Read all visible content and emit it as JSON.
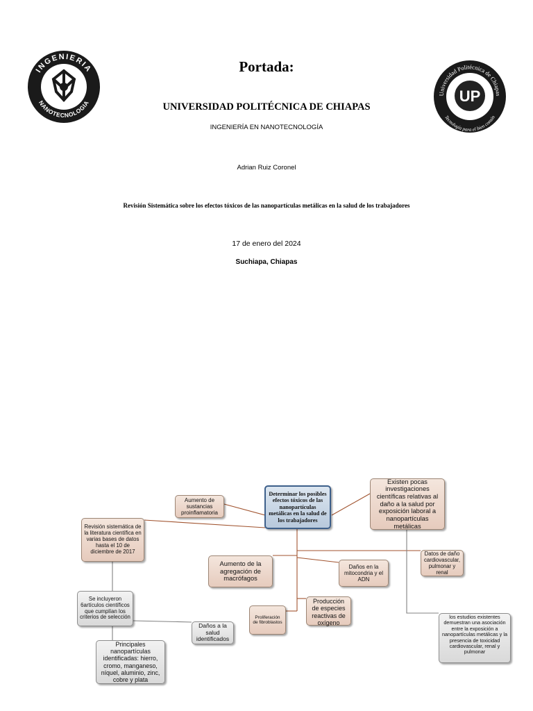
{
  "cover": {
    "heading": "Portada:",
    "university": "UNIVERSIDAD POLITÉCNICA DE CHIAPAS",
    "program": "INGENIERÍA EN NANOTECNOLOGÍA",
    "author": "Adrian Ruiz Coronel",
    "title": "Revisión Sistemática sobre los efectos tóxicos de las nanopartículas metálicas en la salud de los trabajadores",
    "date": "17 de enero del 2024",
    "place": "Suchiapa, Chiapas"
  },
  "logos": {
    "left_text_top": "INGENIERIA",
    "left_text_bottom": "NANOTECNOLOGIA",
    "right_ring_text": "Universidad Politécnica de Chiapas",
    "right_letters": "UP",
    "right_motto": "Tecnología para el bien común"
  },
  "diagram": {
    "center": "Determinar los posibles efectos tóxicos de las nanopartículas metálicas en la salud de los trabajadores",
    "aumento_sustancias": "Aumento de sustancias proinflamatoria",
    "revision": "Revisión sistemática de la literatura científica en varias bases de datos hasta el 10 de diciembre de 2017",
    "existen_pocas": "Existen pocas investigaciones científicas relativas al daño a la salud por exposición laboral a nanopartículas metálicas",
    "aumento_macrofagos": "Aumento de la agregación de macrófagos",
    "danos_mitocondria": "Daños en la mitocondria y el ADN",
    "datos_dano": "Datos de daño cardiovascular, pulmonar y renal",
    "incluyeron": "Se incluyeron 6artículos científicos que cumplían los criterios de selección",
    "proliferacion": "Proliferación de fibroblastos",
    "produccion": "Producción de especies reactivas de oxígeno",
    "danos_salud": "Daños a la salud identificados",
    "principales": "Principales nanopartículas identificadas: hierro, cromo, manganeso, níquel, aluminio, zinc, cobre y plata",
    "estudios": "los estudios existentes demuestran una asociación entre la exposición a nanopartículas metálicas y la presencia de toxicidad cardiovascular, renal y pulmonar"
  }
}
